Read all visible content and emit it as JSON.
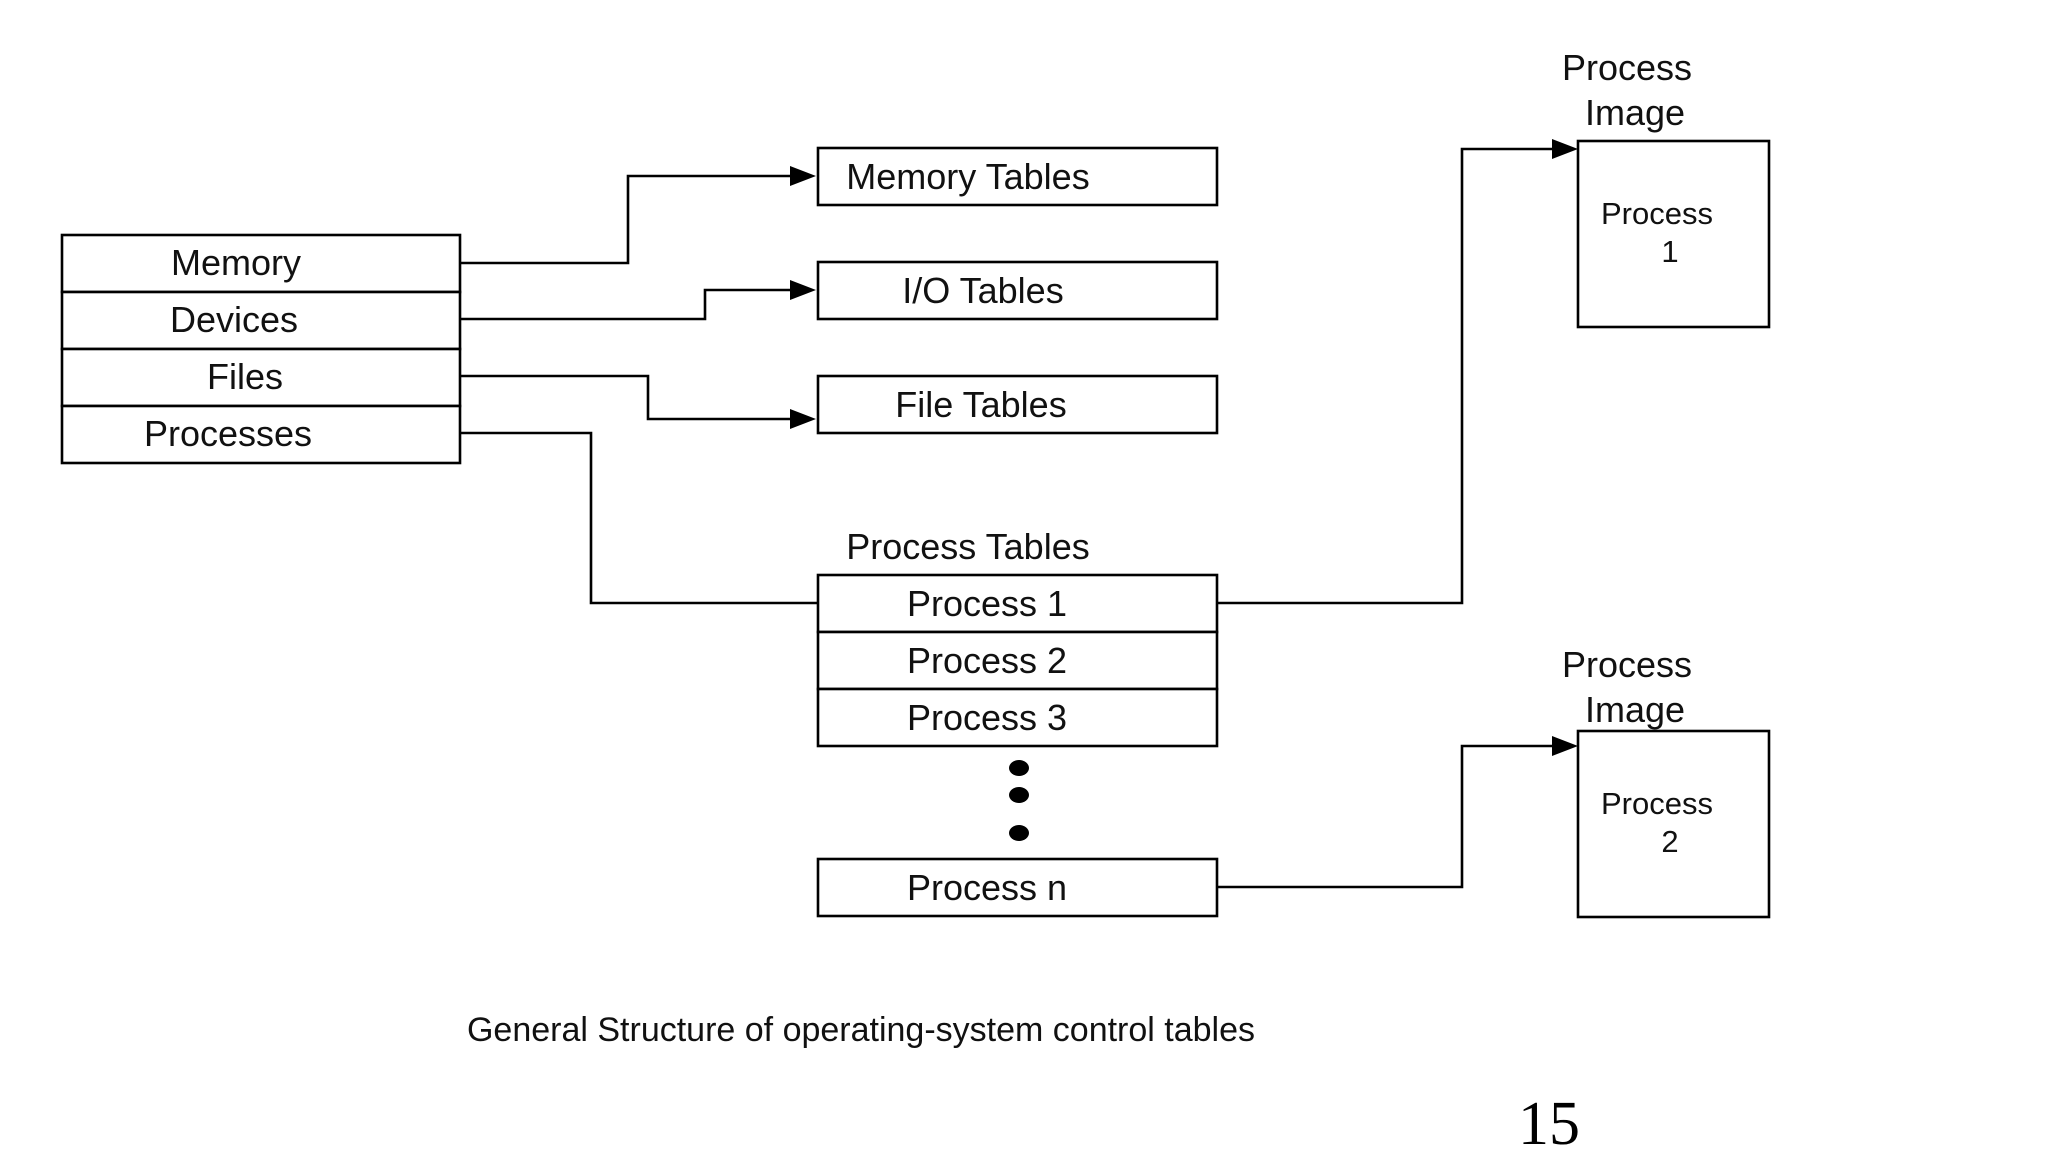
{
  "control_table": {
    "rows": [
      "Memory",
      "Devices",
      "Files",
      "Processes"
    ]
  },
  "tables": {
    "memory": "Memory Tables",
    "io": "I/O Tables",
    "file": "File Tables"
  },
  "process_tables": {
    "heading": "Process Tables",
    "rows": [
      "Process 1",
      "Process 2",
      "Process 3"
    ],
    "last_row": "Process n"
  },
  "process_images": [
    {
      "heading_line1": "Process",
      "heading_line2": "Image",
      "content_line1": "Process",
      "content_line2": "1"
    },
    {
      "heading_line1": "Process",
      "heading_line2": "Image",
      "content_line1": "Process",
      "content_line2": "2"
    }
  ],
  "caption": "General Structure of operating-system control tables",
  "page_number": "15"
}
